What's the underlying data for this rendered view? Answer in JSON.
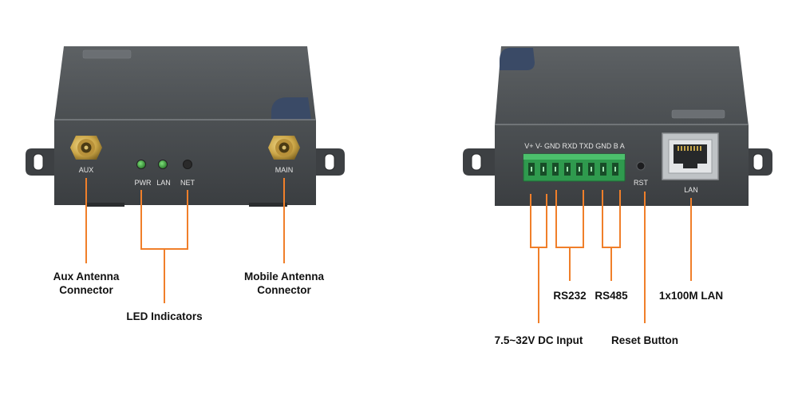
{
  "accent_color": "#f07f2a",
  "front_view": {
    "ports": {
      "aux": "AUX",
      "main": "MAIN"
    },
    "leds": {
      "pwr": "PWR",
      "lan": "LAN",
      "net": "NET"
    },
    "callouts": {
      "aux_antenna_line1": "Aux Antenna",
      "aux_antenna_line2": "Connector",
      "led_indicators": "LED Indicators",
      "mobile_antenna_line1": "Mobile Antenna",
      "mobile_antenna_line2": "Connector"
    }
  },
  "rear_view": {
    "terminal_labels": "V+ V- GND RXD TXD GND B A",
    "rst": "RST",
    "lan": "LAN",
    "callouts": {
      "rs232": "RS232",
      "rs485": "RS485",
      "lan": "1x100M LAN",
      "dc_input": "7.5~32V DC Input",
      "reset": "Reset Button"
    }
  }
}
